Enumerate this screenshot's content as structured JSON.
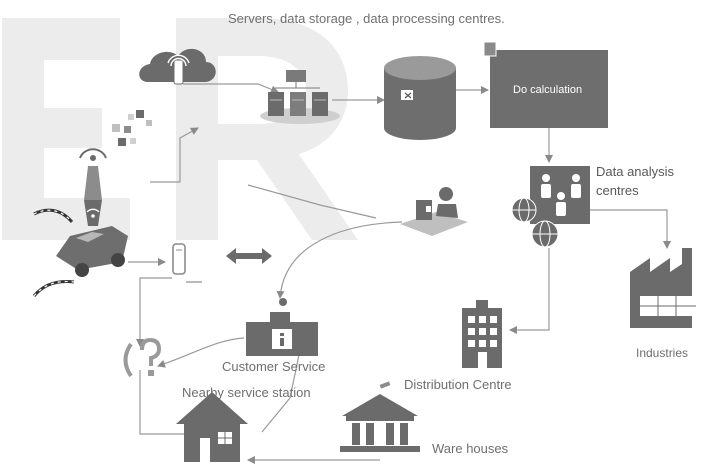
{
  "title": "Servers, data storage , data processing centres.",
  "watermark": "ER",
  "nodes": {
    "calculation": "Do calculation",
    "analysis": [
      "Data analysis",
      "centres"
    ],
    "industries": "Industries",
    "customer_service": "Customer Service",
    "service_station": "Nearby service station",
    "distribution": "Distribution Centre",
    "warehouses": "Ware houses"
  },
  "colors": {
    "icon_dark": "#6b6b6b",
    "icon_mid": "#8c8c8c",
    "icon_light": "#bfbfbf",
    "watermark": "#ececec",
    "line": "#9a9a9a",
    "text": "#6f6f6f"
  },
  "icons": [
    "wifi-cloud-icon",
    "server-rack-icon",
    "database-icon",
    "transmission-tower-icon",
    "car-icon",
    "phone-icon",
    "double-arrow-icon",
    "operator-workstation-icon",
    "analysis-people-icon",
    "globe-icon",
    "factory-icon",
    "office-building-icon",
    "info-desk-icon",
    "help-question-icon",
    "house-icon",
    "bank-warehouse-icon",
    "road-edge-icon"
  ]
}
